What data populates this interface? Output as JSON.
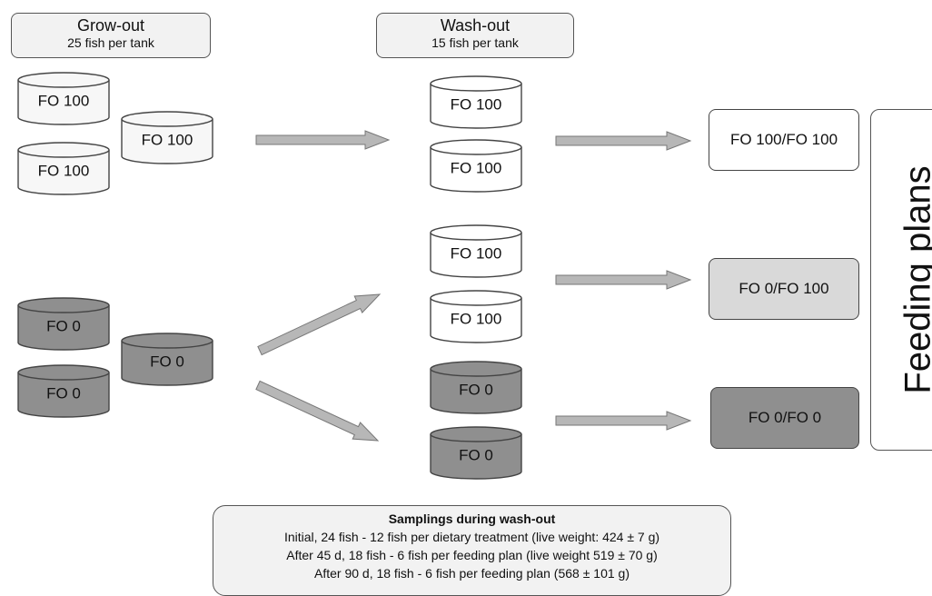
{
  "headers": {
    "grow_out": {
      "title": "Grow-out",
      "subtitle": "25 fish per tank"
    },
    "wash_out": {
      "title": "Wash-out",
      "subtitle": "15 fish per tank"
    }
  },
  "grow_out_tanks": [
    "FO 100",
    "FO 100",
    "FO 100",
    "FO 0",
    "FO 0",
    "FO 0"
  ],
  "wash_out_tanks": [
    "FO 100",
    "FO 100",
    "FO 100",
    "FO 100",
    "FO 0",
    "FO 0"
  ],
  "feeding_plans": {
    "title": "Feeding plans",
    "plans": [
      "FO 100/FO 100",
      "FO 0/FO 100",
      "FO 0/FO 0"
    ]
  },
  "samplings": {
    "title": "Samplings during wash-out",
    "lines": [
      "Initial, 24 fish - 12 fish per dietary treatment (live weight: 424 ± 7 g)",
      "After 45 d, 18 fish - 6 fish per feeding plan (live weight 519 ± 70 g)",
      "After 90 d, 18 fish - 6 fish per feeding plan (568 ± 101 g)"
    ]
  },
  "colors": {
    "fo100_tank": "#f7f7f7",
    "fo100_tank_white": "#ffffff",
    "fo0_tank": "#8f8f8f",
    "plan_100_100": "#ffffff",
    "plan_0_100": "#d9d9d9",
    "plan_0_0": "#8f8f8f",
    "arrow": "#b7b7b7"
  }
}
